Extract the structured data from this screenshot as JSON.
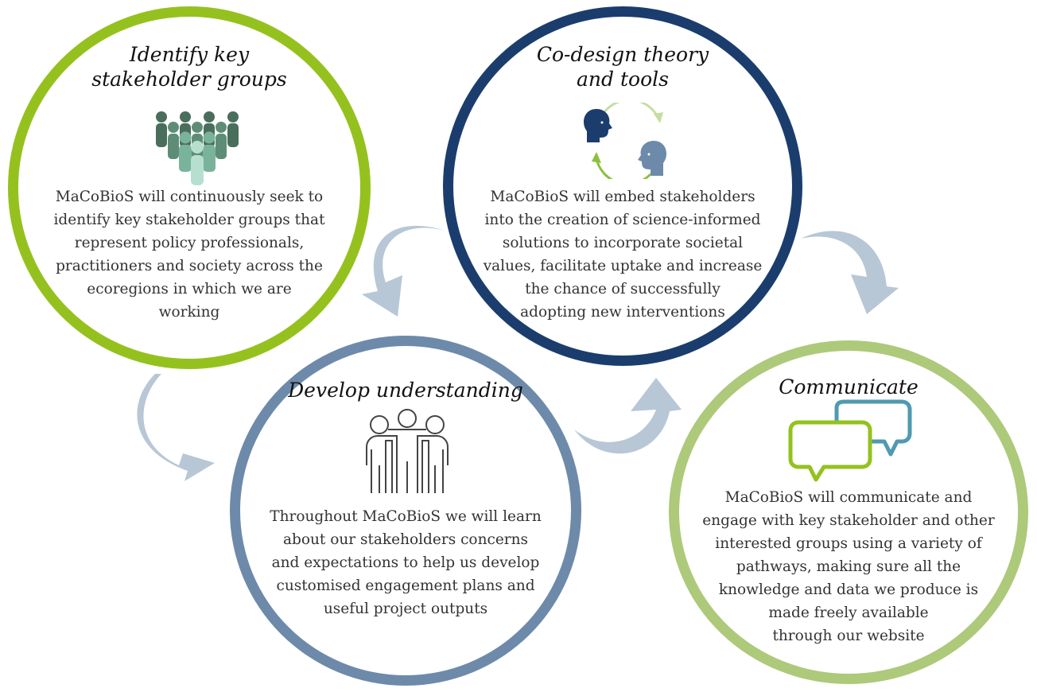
{
  "diagram": {
    "nodes": [
      {
        "id": "identify",
        "title_line1": "Identify key",
        "title_line2": "stakeholder groups",
        "icon": "people-group-icon",
        "body": "MaCoBioS will continuously seek to\nidentify key stakeholder groups that\nrepresent policy professionals,\npractitioners and society across the\necoregions in which we are\nworking",
        "border_color": "#95c11f"
      },
      {
        "id": "codesign",
        "title_line1": "Co-design theory",
        "title_line2": "and tools",
        "icon": "heads-exchange-icon",
        "body": "MaCoBioS will embed stakeholders\ninto the creation of science-informed\nsolutions to incorporate societal\nvalues, facilitate uptake and increase\nthe chance of successfully\nadopting new interventions",
        "border_color": "#1b3d6d"
      },
      {
        "id": "develop",
        "title_line1": "Develop understanding",
        "icon": "team-embrace-icon",
        "body": "Throughout MaCoBioS we will learn\nabout our stakeholders concerns\nand expectations to help us develop\ncustomised engagement plans and\nuseful project outputs",
        "border_color": "#6e8aaa"
      },
      {
        "id": "communicate",
        "title_line1": "Communicate",
        "icon": "speech-bubbles-icon",
        "body": "MaCoBioS will communicate and\nengage with key stakeholder and other\ninterested groups using a variety of\npathways, making sure all the\nknowledge and data we produce is\nmade freely available\nthrough our website",
        "border_color": "#adc97a"
      }
    ],
    "arrow_color": "#b7c7d6",
    "flow": [
      "identify",
      "develop",
      "codesign",
      "communicate"
    ]
  }
}
